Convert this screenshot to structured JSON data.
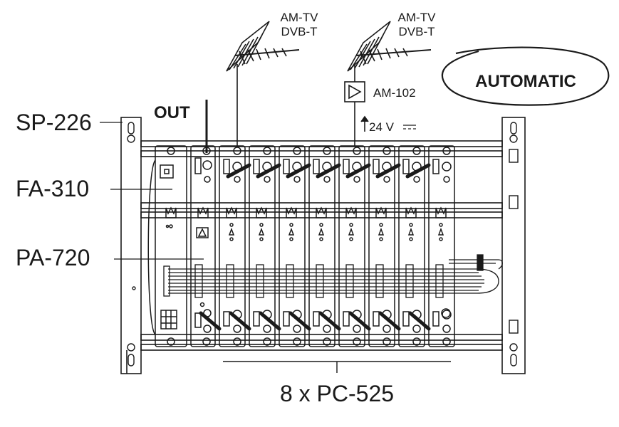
{
  "labels": {
    "sp": "SP-226",
    "fa": "FA-310",
    "pa": "PA-720",
    "out": "OUT",
    "amplifier": "AM-102",
    "voltage": "24 V",
    "automatic": "AUTOMATIC",
    "count": "8 x PC-525",
    "antenna_left": [
      "AM-TV",
      "DVB-T"
    ],
    "antenna_right": [
      "AM-TV",
      "DVB-T"
    ]
  },
  "colors": {
    "stroke": "#1a1a1a",
    "background": "#ffffff"
  },
  "icons": [
    "antenna-icon",
    "amplifier-triangle-icon",
    "dc-symbol-icon",
    "fan-grid-icon",
    "coax-connector-icon"
  ]
}
